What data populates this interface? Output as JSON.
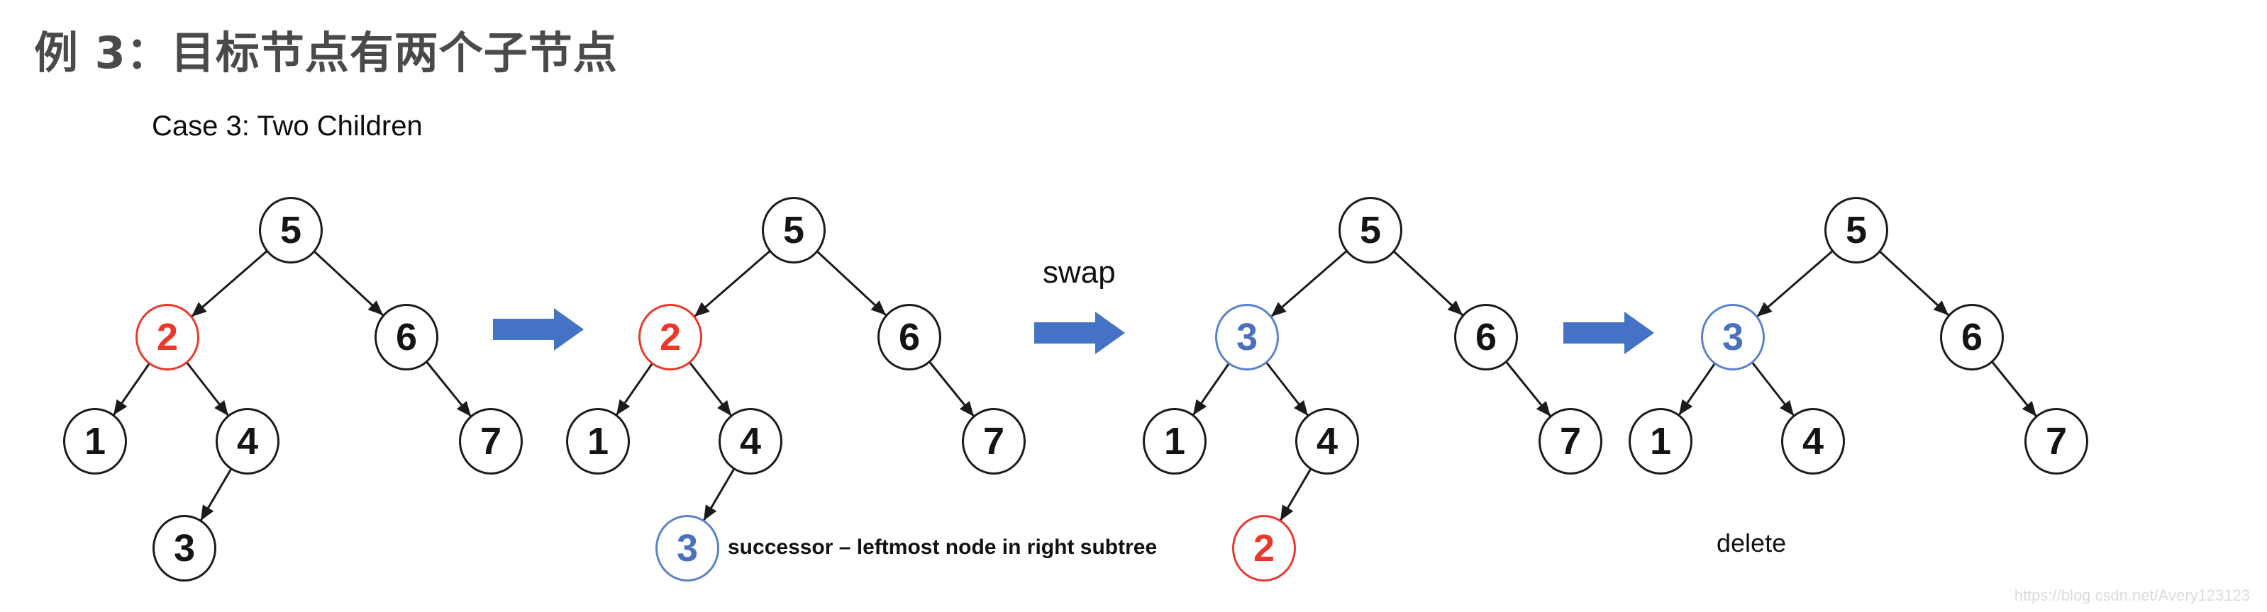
{
  "title": "例 3：目标节点有两个子节点",
  "subtitle": "Case 3: Two Children",
  "labels": {
    "successor_note": "successor – leftmost node in right subtree",
    "delete": "delete"
  },
  "step_arrows": [
    {
      "icon": "right-arrow",
      "label": ""
    },
    {
      "icon": "right-arrow",
      "label": "swap"
    },
    {
      "icon": "right-arrow",
      "label": ""
    }
  ],
  "watermark": "https://blog.csdn.net/Avery123123",
  "colors": {
    "edge_black": "#1B1B1B",
    "highlight_red": "#E8392B",
    "highlight_blue_stroke": "#5B82CC",
    "highlight_blue_text": "#4B71BE",
    "step_arrow_blue": "#4472C4",
    "title_gray": "#4A4A4A",
    "watermark_gray": "#DBDBDB"
  },
  "trees": [
    {
      "nodes": {
        "root": {
          "value": "5",
          "highlight": "none"
        },
        "left": {
          "value": "2",
          "highlight": "red"
        },
        "right": {
          "value": "6",
          "highlight": "none"
        },
        "left_left": {
          "value": "1",
          "highlight": "none"
        },
        "left_right": {
          "value": "4",
          "highlight": "none"
        },
        "right_right": {
          "value": "7",
          "highlight": "none"
        },
        "bottom": {
          "value": "3",
          "highlight": "none"
        }
      }
    },
    {
      "nodes": {
        "root": {
          "value": "5",
          "highlight": "none"
        },
        "left": {
          "value": "2",
          "highlight": "red"
        },
        "right": {
          "value": "6",
          "highlight": "none"
        },
        "left_left": {
          "value": "1",
          "highlight": "none"
        },
        "left_right": {
          "value": "4",
          "highlight": "none"
        },
        "right_right": {
          "value": "7",
          "highlight": "none"
        },
        "bottom": {
          "value": "3",
          "highlight": "blue"
        }
      }
    },
    {
      "nodes": {
        "root": {
          "value": "5",
          "highlight": "none"
        },
        "left": {
          "value": "3",
          "highlight": "blue"
        },
        "right": {
          "value": "6",
          "highlight": "none"
        },
        "left_left": {
          "value": "1",
          "highlight": "none"
        },
        "left_right": {
          "value": "4",
          "highlight": "none"
        },
        "right_right": {
          "value": "7",
          "highlight": "none"
        },
        "bottom": {
          "value": "2",
          "highlight": "red"
        }
      }
    },
    {
      "nodes": {
        "root": {
          "value": "5",
          "highlight": "none"
        },
        "left": {
          "value": "3",
          "highlight": "blue"
        },
        "right": {
          "value": "6",
          "highlight": "none"
        },
        "left_left": {
          "value": "1",
          "highlight": "none"
        },
        "left_right": {
          "value": "4",
          "highlight": "none"
        },
        "right_right": {
          "value": "7",
          "highlight": "none"
        }
      }
    }
  ]
}
